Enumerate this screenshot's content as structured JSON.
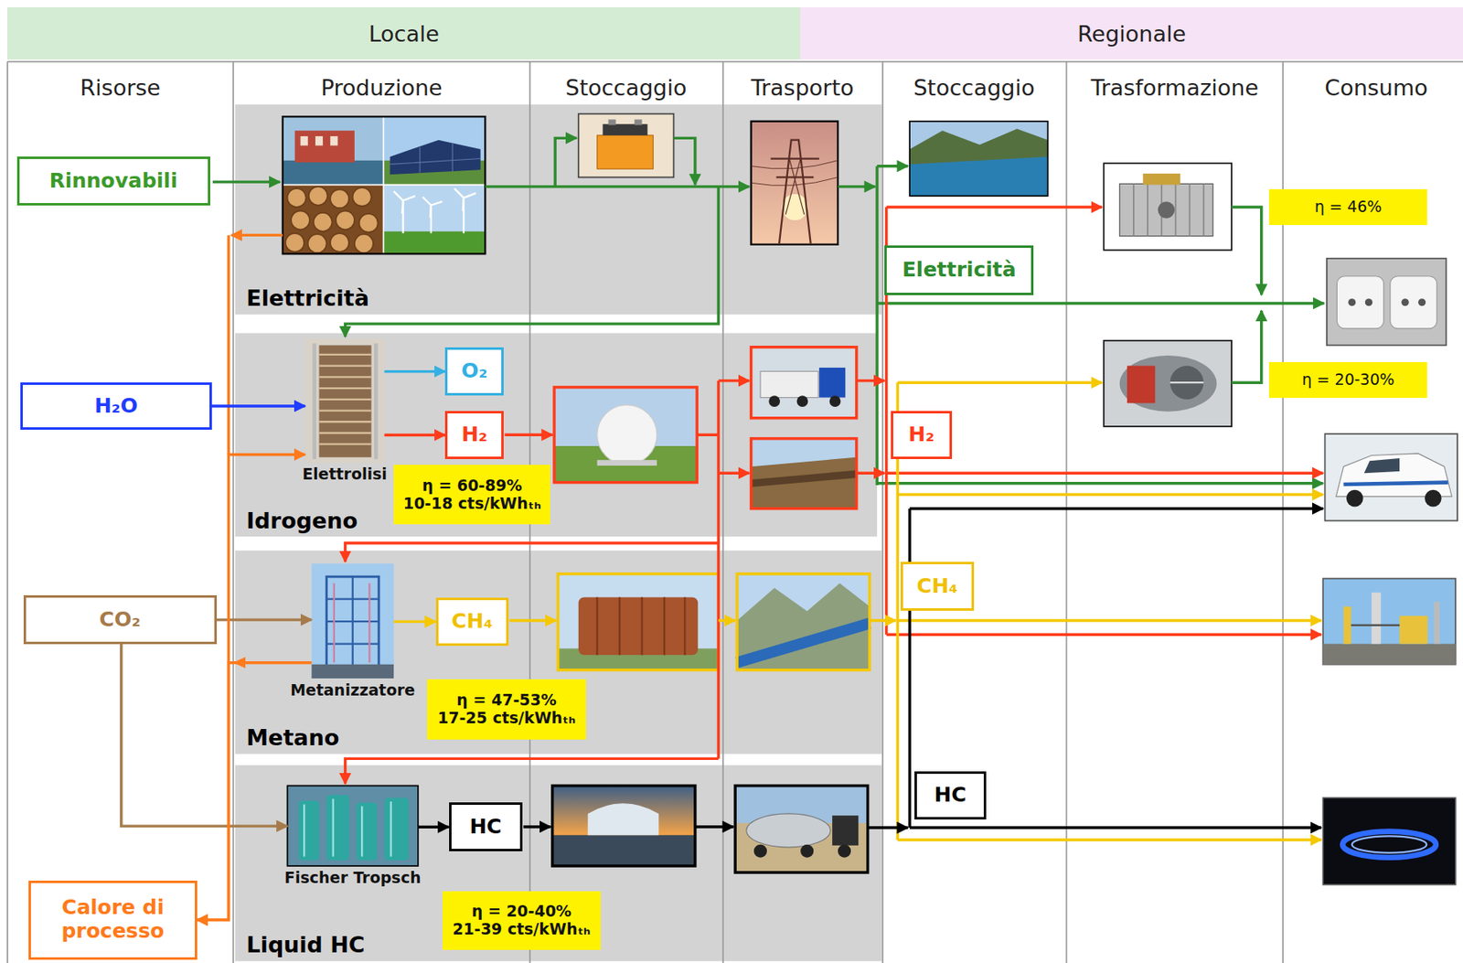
{
  "diagram": {
    "nodes": [
      {
        "text": [
          "Locale"
        ]
      },
      {
        "text": [
          "Regionale"
        ]
      },
      {
        "text": [
          "Rinnovabili"
        ]
      },
      {
        "text": [
          "Elettricità"
        ]
      },
      {
        "text": [
          "Elettricità"
        ]
      },
      {
        "text": [
          "η = 46%"
        ]
      },
      {
        "text": [
          "H₂O"
        ]
      },
      {
        "text": [
          "Idrogeno"
        ]
      },
      {
        "text": [
          "Elettrolisi"
        ],
        "in": 7
      },
      {
        "text": [
          "O₂"
        ],
        "in": 7
      },
      {
        "text": [
          "H₂"
        ],
        "in": 7
      },
      {
        "text": [
          "η = 60-89%",
          "10-18 cts/kWhₜₕ"
        ],
        "in": 7
      },
      {
        "text": [
          "H₂"
        ]
      },
      {
        "text": [
          "η = 20-30%"
        ]
      },
      {
        "text": [
          "CO₂"
        ]
      },
      {
        "text": [
          "Metano"
        ]
      },
      {
        "text": [
          "Metanizzatore"
        ],
        "in": 15
      },
      {
        "text": [
          "CH₄"
        ],
        "in": 15
      },
      {
        "text": [
          "η = 47-53%",
          "17-25 cts/kWhₜₕ"
        ],
        "in": 15
      },
      {
        "text": [
          "CH₄"
        ]
      },
      {
        "text": [
          "Liquid HC"
        ]
      },
      {
        "text": [
          "Fischer Tropsch"
        ],
        "in": 20
      },
      {
        "text": [
          "HC"
        ],
        "in": 20
      },
      {
        "text": [
          "η = 20-40%",
          "21-39 cts/kWhₜₕ"
        ],
        "in": 20
      },
      {
        "text": [
          "HC"
        ]
      },
      {
        "text": [
          "Calore di processo"
        ]
      }
    ],
    "edges": [
      {
        "from": 6,
        "to": 8,
        "arrow": "to"
      },
      {
        "from": 8,
        "to": 9,
        "arrow": "to"
      },
      {
        "from": 8,
        "to": 10,
        "arrow": "to"
      },
      {
        "from": 14,
        "to": 16,
        "arrow": "to"
      },
      {
        "from": 14,
        "to": 21,
        "arrow": "to"
      },
      {
        "from": 16,
        "to": 17,
        "arrow": "to"
      },
      {
        "from": 21,
        "to": 22,
        "arrow": "to"
      },
      {
        "from": 16,
        "to": 25,
        "arrow": "to"
      },
      {
        "from": 25,
        "to": 8,
        "arrow": "to"
      }
    ],
    "labels": [
      "Risorse",
      "Produzione",
      "Stoccaggio",
      "Trasporto",
      "Stoccaggio",
      "Trasformazione",
      "Consumo"
    ]
  }
}
